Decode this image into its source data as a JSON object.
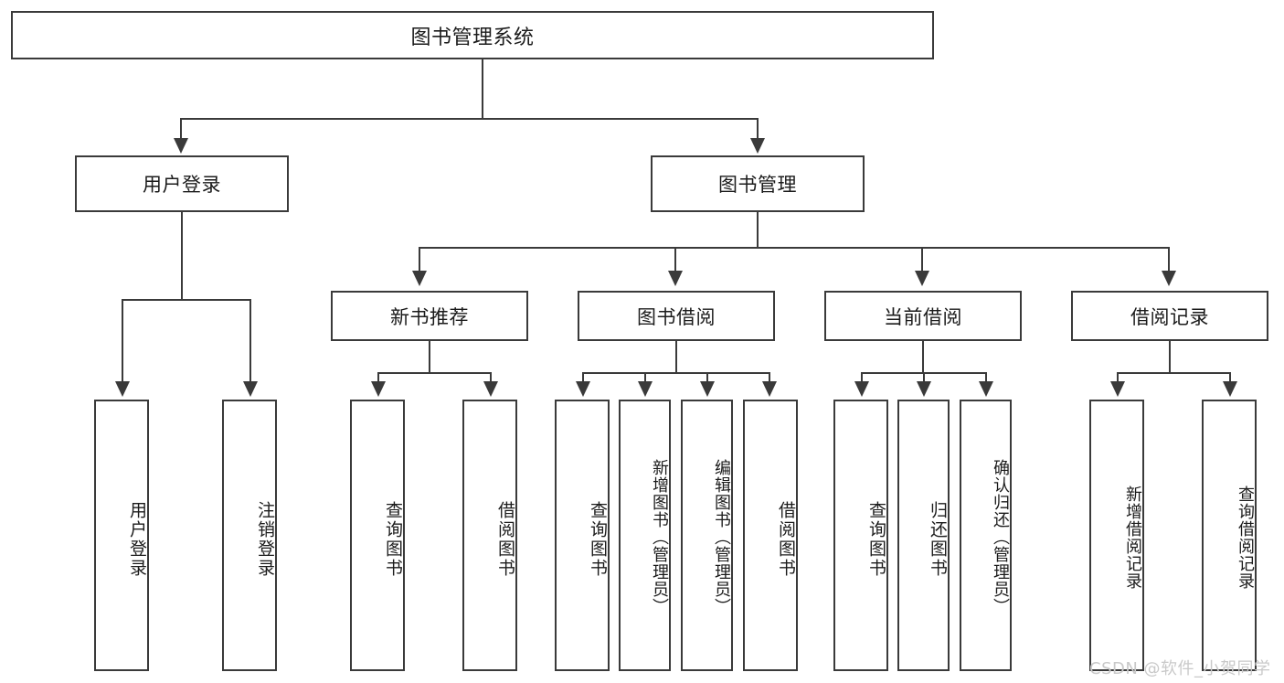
{
  "diagram": {
    "title": "图书管理系统",
    "type": "hierarchy-tree",
    "levels": 4,
    "root": {
      "id": "root",
      "label": "图书管理系统"
    },
    "level2": [
      {
        "id": "user-login",
        "label": "用户登录"
      },
      {
        "id": "book-manage",
        "label": "图书管理"
      }
    ],
    "level3": [
      {
        "id": "new-book-rec",
        "label": "新书推荐",
        "parent": "book-manage"
      },
      {
        "id": "book-borrow",
        "label": "图书借阅",
        "parent": "book-manage"
      },
      {
        "id": "current-borrow",
        "label": "当前借阅",
        "parent": "book-manage"
      },
      {
        "id": "borrow-record",
        "label": "借阅记录",
        "parent": "book-manage"
      }
    ],
    "leaves": [
      {
        "id": "leaf-user-login",
        "label": "用户登录",
        "parent": "user-login"
      },
      {
        "id": "leaf-user-logout",
        "label": "注销登录",
        "parent": "user-login"
      },
      {
        "id": "leaf-query-book-1",
        "label": "查询图书",
        "parent": "new-book-rec"
      },
      {
        "id": "leaf-borrow-book-1",
        "label": "借阅图书",
        "parent": "new-book-rec"
      },
      {
        "id": "leaf-query-book-2",
        "label": "查询图书",
        "parent": "book-borrow"
      },
      {
        "id": "leaf-add-book",
        "label": "新增图书（管理员）",
        "parent": "book-borrow"
      },
      {
        "id": "leaf-edit-book",
        "label": "编辑图书（管理员）",
        "parent": "book-borrow"
      },
      {
        "id": "leaf-borrow-book-2",
        "label": "借阅图书",
        "parent": "book-borrow"
      },
      {
        "id": "leaf-query-book-3",
        "label": "查询图书",
        "parent": "current-borrow"
      },
      {
        "id": "leaf-return-book",
        "label": "归还图书",
        "parent": "current-borrow"
      },
      {
        "id": "leaf-confirm-return",
        "label": "确认归还（管理员）",
        "parent": "current-borrow"
      },
      {
        "id": "leaf-add-record",
        "label": "新增借阅记录",
        "parent": "borrow-record"
      },
      {
        "id": "leaf-query-record",
        "label": "查询借阅记录",
        "parent": "borrow-record"
      }
    ],
    "watermark": "CSDN @软件_小贺同学",
    "colors": {
      "stroke": "#3a3a3a",
      "fill": "#ffffff",
      "text": "#1b1b1b",
      "watermark": "#c9c9c9"
    }
  }
}
